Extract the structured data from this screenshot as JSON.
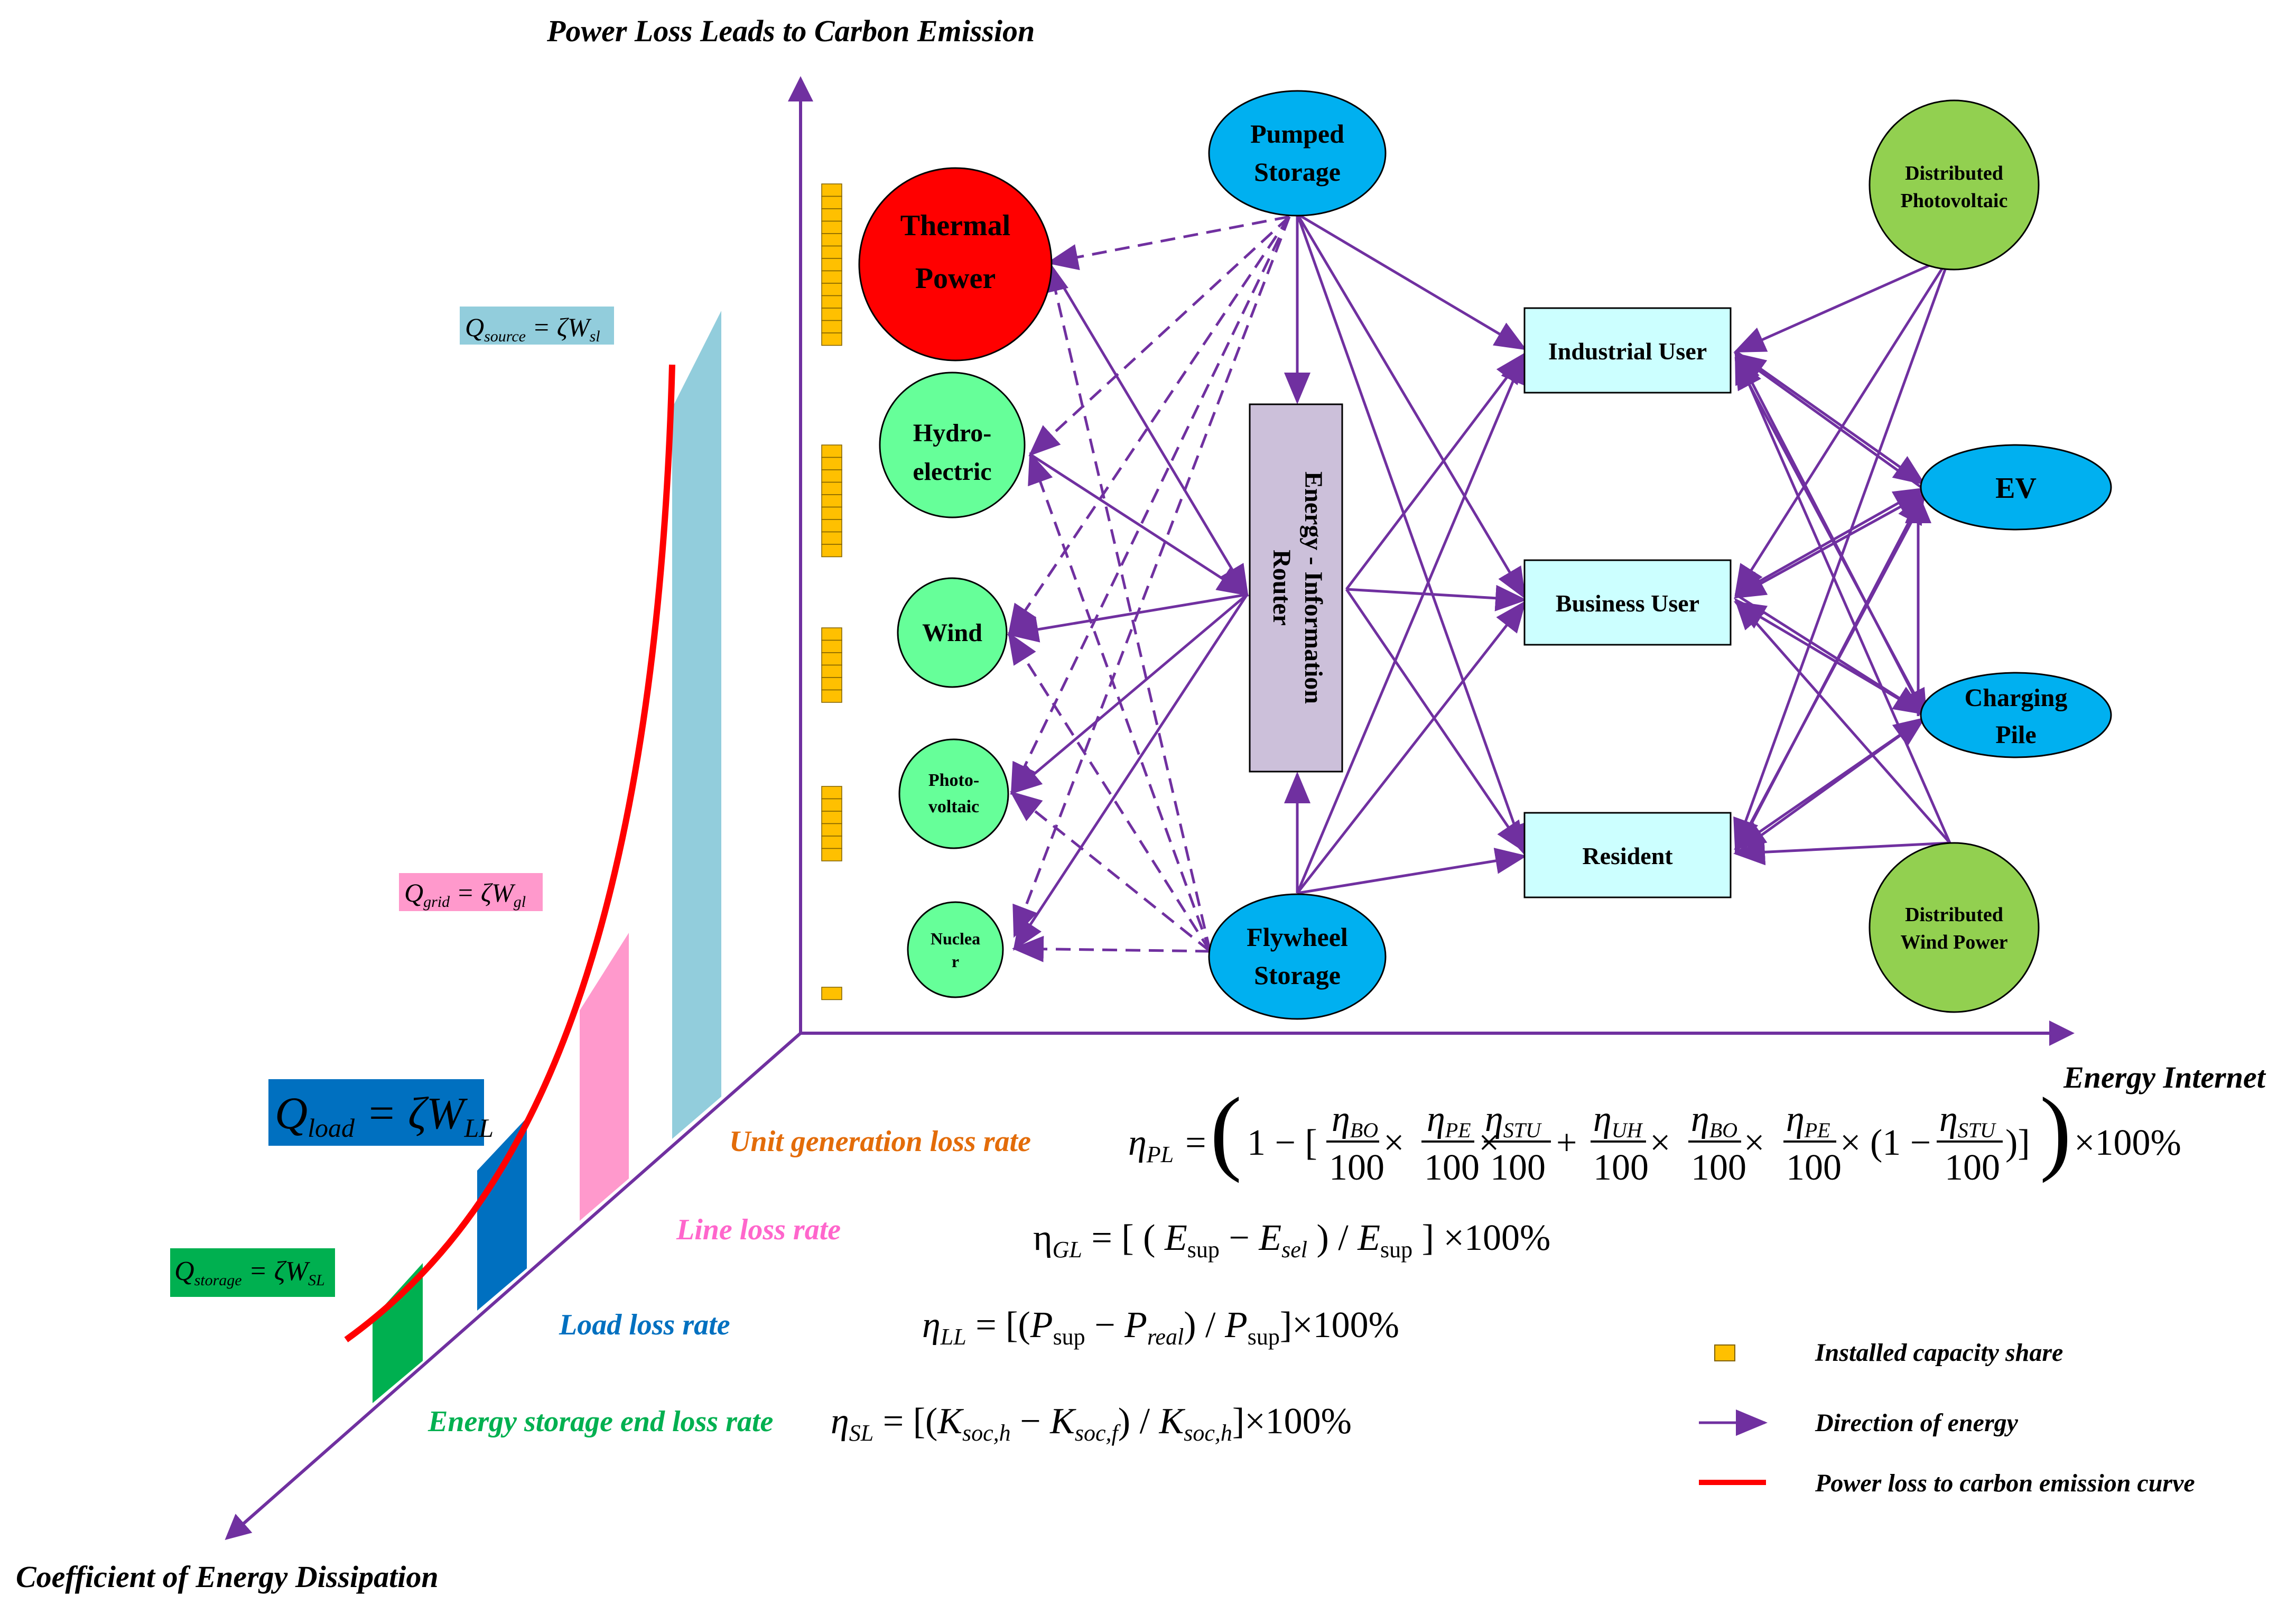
{
  "axes": {
    "vertical_title": "Power Loss Leads to Carbon Emission",
    "horizontal_title": "Energy Internet",
    "diagonal_title": "Coefficient of Energy Dissipation"
  },
  "sources": {
    "thermal": "Thermal Power",
    "hydro_1": "Hydro-",
    "hydro_2": "electric",
    "wind": "Wind",
    "pv_1": "Photo-",
    "pv_2": "voltaic",
    "nuclear_1": "Nuclea",
    "nuclear_2": "r"
  },
  "storage": {
    "pumped_1": "Pumped",
    "pumped_2": "Storage",
    "flywheel_1": "Flywheel",
    "flywheel_2": "Storage"
  },
  "router": {
    "line_1": "Energy - Information",
    "line_2": "Router"
  },
  "users": {
    "industrial": "Industrial User",
    "business": "Business User",
    "resident": "Resident"
  },
  "right_nodes": {
    "dpv_1": "Distributed",
    "dpv_2": "Photovoltaic",
    "ev": "EV",
    "charging_1": "Charging",
    "charging_2": "Pile",
    "dwp_1": "Distributed",
    "dwp_2": "Wind Power"
  },
  "q_labels": {
    "source": "Q_source = ζW_sl",
    "grid": "Q_grid = ζW_gl",
    "load": "Q_load = ζW_LL",
    "storage": "Q_storage = ζW_SL"
  },
  "rates": {
    "unit_generation": "Unit generation loss rate",
    "line": "Line loss rate",
    "load": "Load loss rate",
    "storage_end": "Energy storage end loss rate"
  },
  "equations": {
    "pl": "η_PL = (1 − [η_BO/100 × η_PE/100 × η_STU/100 + η_UH/100 × η_BO/100 × η_PE/100 × (1 − η_STU/100)]) × 100%",
    "gl": "η_GL = [(E_sup − E_sel) / E_sup] × 100%",
    "ll": "η_LL = [(P_sup − P_real) / P_sup] × 100%",
    "sl": "η_SL = [(K_soc,h − K_soc,f) / K_soc,h] × 100%"
  },
  "legend": {
    "capacity": "Installed capacity share",
    "direction": "Direction of energy",
    "curve": "Power loss to carbon emission curve"
  },
  "colors": {
    "axis": "#7030A0",
    "thermal": "#FF0000",
    "green_node": "#66FF99",
    "blue_node": "#00B0F0",
    "router": "#CCC0DA",
    "user_box": "#CCFFFF",
    "dist_node": "#92D050",
    "capacity": "#FFC000",
    "curve": "#FF0000",
    "bar_source": "#92CDDC",
    "bar_grid": "#FF99CC",
    "bar_load": "#0070C0",
    "bar_storage": "#00B050",
    "rate_unit": "#E36C09",
    "rate_line": "#FF66CC",
    "rate_load": "#0070C0",
    "rate_storage": "#00B050"
  },
  "capacity_share": [
    {
      "source": "Thermal Power",
      "cells": 13
    },
    {
      "source": "Hydro-electric",
      "cells": 9
    },
    {
      "source": "Wind",
      "cells": 6
    },
    {
      "source": "Photo-voltaic",
      "cells": 6
    },
    {
      "source": "Nuclear",
      "cells": 1
    }
  ]
}
